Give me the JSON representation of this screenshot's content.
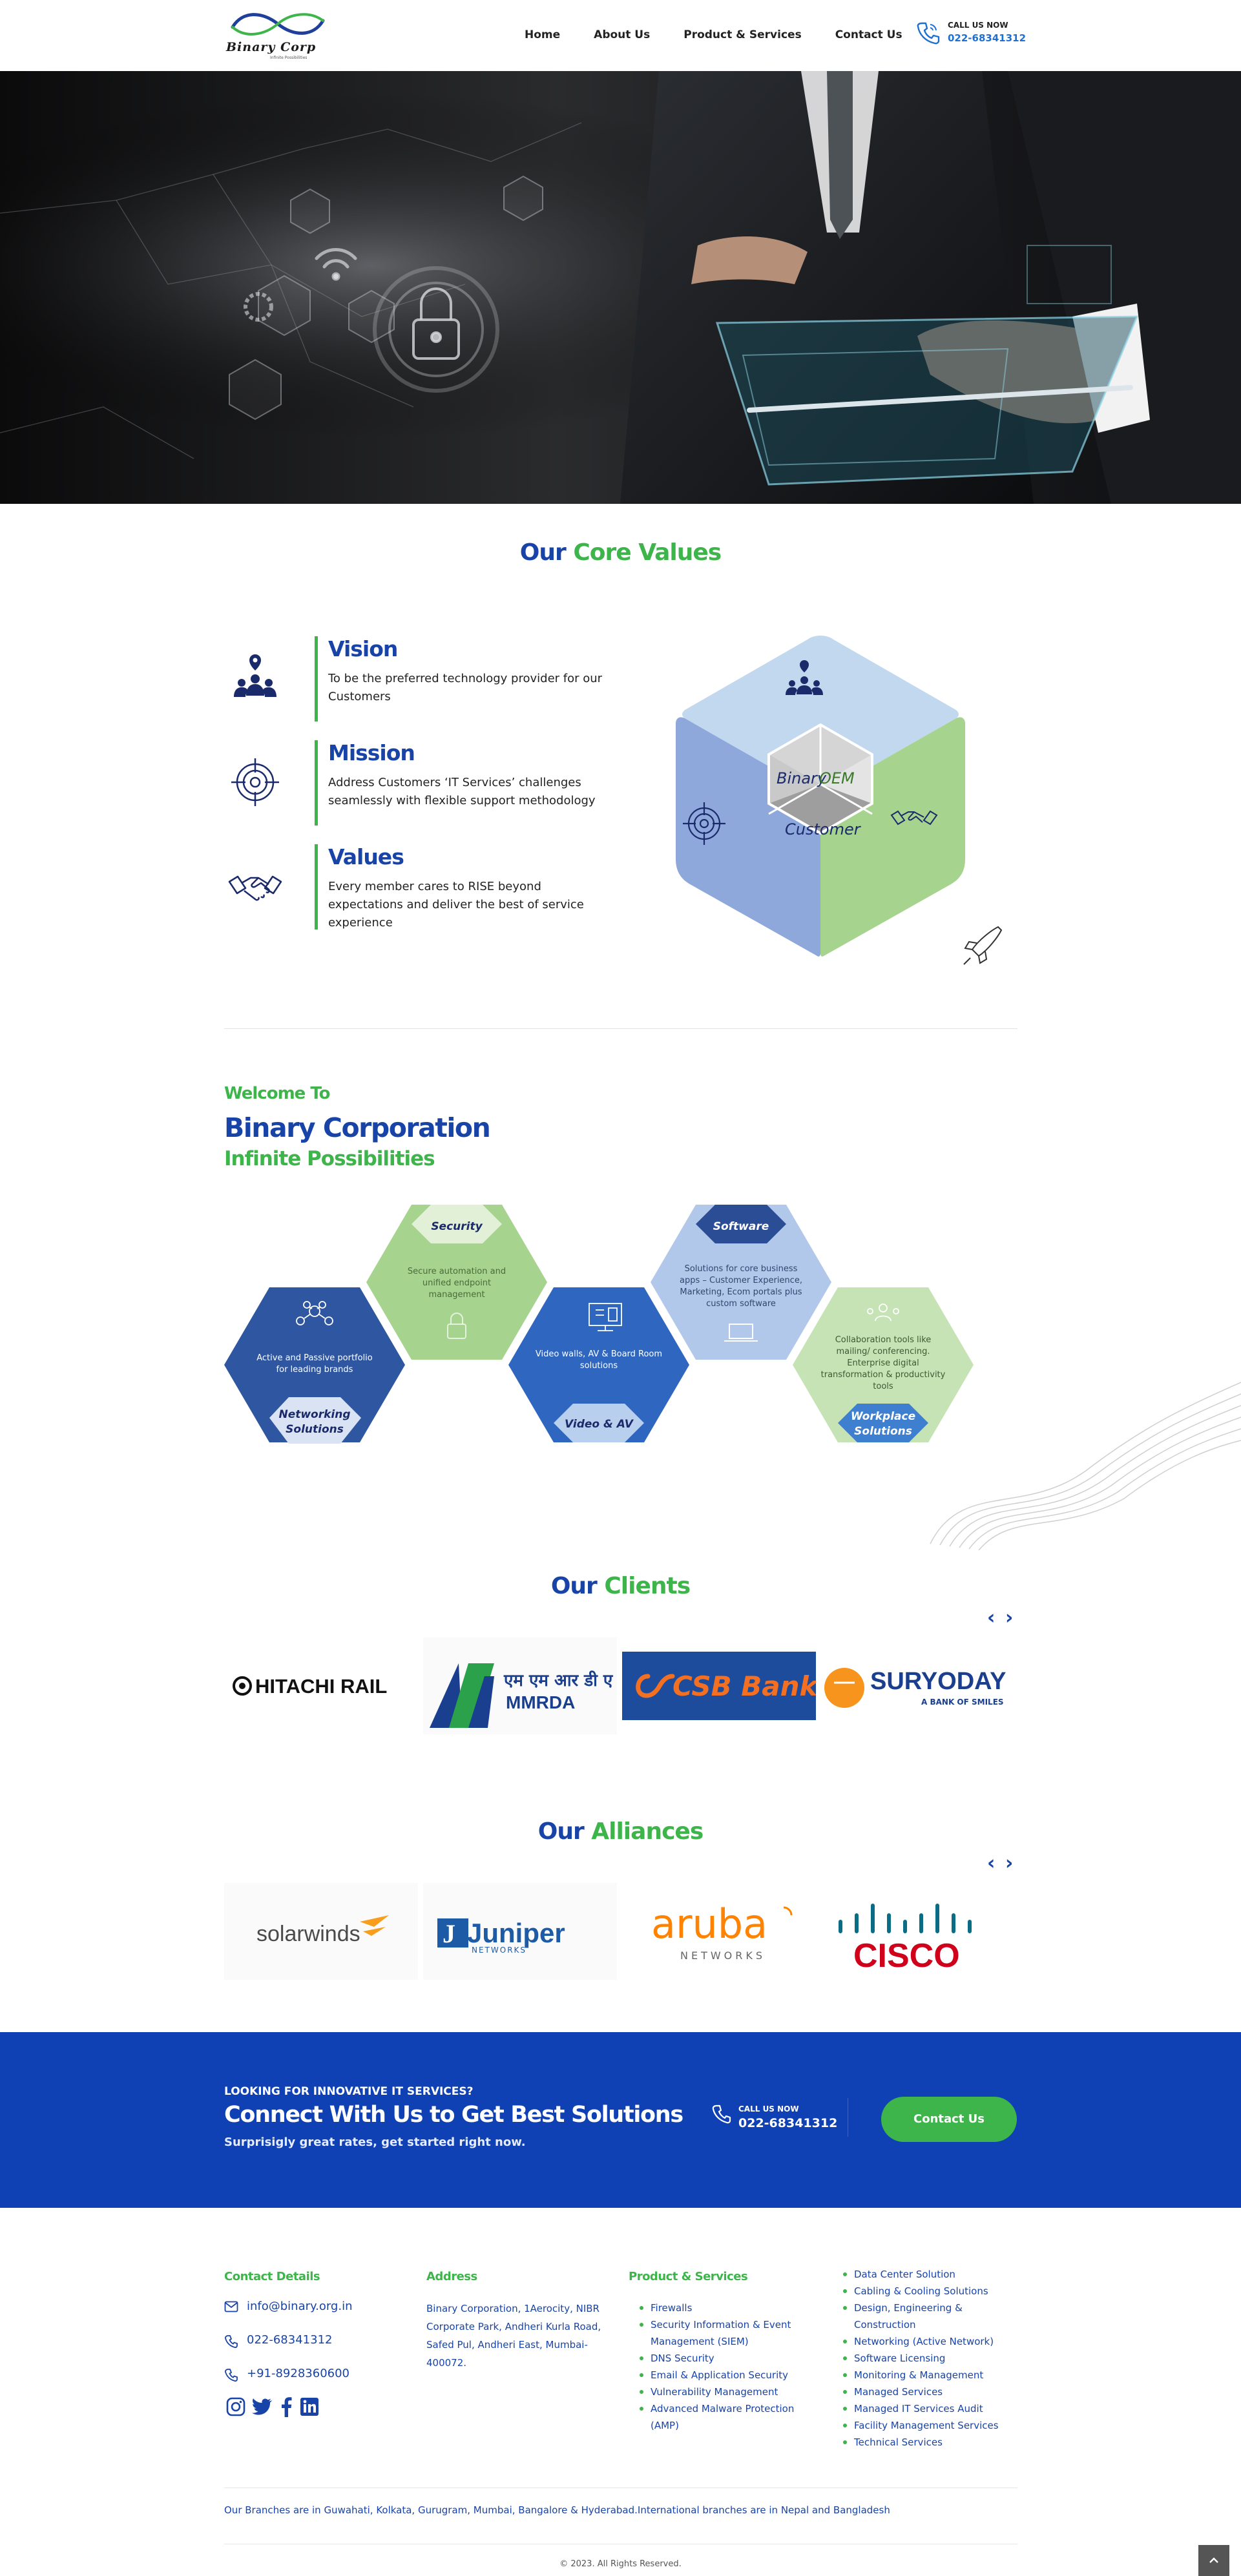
{
  "brand": {
    "name": "Binary Corp",
    "tagline": "Infinite Possibilities"
  },
  "nav": [
    {
      "label": "Home"
    },
    {
      "label": "About Us"
    },
    {
      "label": "Product & Services"
    },
    {
      "label": "Contact Us"
    }
  ],
  "header_call": {
    "label": "CALL US NOW",
    "number": "022-68341312"
  },
  "core_values": {
    "title_a": "Our",
    "title_b": "Core Values",
    "items": [
      {
        "title": "Vision",
        "text": "To be the preferred technology provider for our Customers",
        "icon": "people-location-icon"
      },
      {
        "title": "Mission",
        "text": "Address Customers ‘IT Services’ challenges seamlessly with flexible support methodology",
        "icon": "target-icon"
      },
      {
        "title": "Values",
        "text": "Every member cares to RISE beyond expectations and deliver the best of service experience",
        "icon": "handshake-icon"
      }
    ],
    "cube": {
      "top": "Binary",
      "right": "OEM",
      "bottom": "Customer"
    }
  },
  "welcome": {
    "line1": "Welcome To",
    "line2": "Binary Corporation",
    "line3": "Infinite Possibilities"
  },
  "services": [
    {
      "title": "Networking Solutions",
      "title_l1": "Networking",
      "title_l2": "Solutions",
      "desc_l1": "Active and Passive portfolio",
      "desc_l2": "for leading brands",
      "desc_l3": ""
    },
    {
      "title": "Security",
      "desc_l1": "Secure automation and",
      "desc_l2": "unified endpoint",
      "desc_l3": "management"
    },
    {
      "title": "Video & AV",
      "desc_l1": "Video walls,  AV & Board Room",
      "desc_l2": "solutions",
      "desc_l3": ""
    },
    {
      "title": "Software",
      "desc_l1": "Solutions for core business",
      "desc_l2": "apps – Customer Experience,",
      "desc_l3": "Marketing, Ecom portals plus",
      "desc_l4": "custom software"
    },
    {
      "title": "Workplace Solutions",
      "title_l1": "Workplace",
      "title_l2": "Solutions",
      "desc_l1": "Collaboration tools like",
      "desc_l2": "mailing/ conferencing.",
      "desc_l3": "Enterprise digital",
      "desc_l4": "transformation & productivity",
      "desc_l5": "tools"
    }
  ],
  "clients": {
    "title_a": "Our",
    "title_b": "Clients",
    "logos": [
      {
        "name": "HITACHI RAIL"
      },
      {
        "name": "MMRDA",
        "hindi": "एम एम आर डी ए"
      },
      {
        "name": "CSB Bank"
      },
      {
        "name": "SURYODAY",
        "sub": "A BANK OF SMILES"
      }
    ]
  },
  "alliances": {
    "title_a": "Our",
    "title_b": "Alliances",
    "logos": [
      {
        "name": "solarwinds"
      },
      {
        "name": "Juniper",
        "sub": "NETWORKS"
      },
      {
        "name": "aruba",
        "sub": "NETWORKS"
      },
      {
        "name": "CISCO"
      }
    ]
  },
  "cta": {
    "kicker": "LOOKING FOR INNOVATIVE IT SERVICES?",
    "heading": "Connect With Us to Get Best Solutions",
    "sub": "Surprisigly great rates, get started right now.",
    "call_label": "CALL US NOW",
    "call_number": "022-68341312",
    "button": "Contact Us"
  },
  "footer": {
    "contact_title": "Contact Details",
    "email": "info@binary.org.in",
    "phone1": "022-68341312",
    "phone2": "+91-8928360600",
    "address_title": "Address",
    "address": "Binary Corporation, 1Aerocity, NIBR Corporate Park, Andheri Kurla Road, Safed Pul, Andheri East, Mumbai-400072.",
    "products_title": "Product & Services",
    "products_col1": [
      "Firewalls",
      "Security Information & Event Management (SIEM)",
      "DNS Security",
      "Email & Application Security",
      "Vulnerability Management",
      "Advanced Malware Protection (AMP)"
    ],
    "products_col2": [
      "Data Center Solution",
      "Cabling & Cooling Solutions",
      "Design, Engineering & Construction",
      "Networking (Active Network)",
      "Software Licensing",
      "Monitoring & Management",
      "Managed Services",
      "Managed IT Services Audit",
      "Facility Management Services",
      "Technical Services"
    ],
    "branches": "Our Branches are in Guwahati, Kolkata, Gurugram, Mumbai, Bangalore & Hyderabad.International branches are in Nepal and Bangladesh",
    "copyright": "© 2023. All Rights Reserved."
  }
}
